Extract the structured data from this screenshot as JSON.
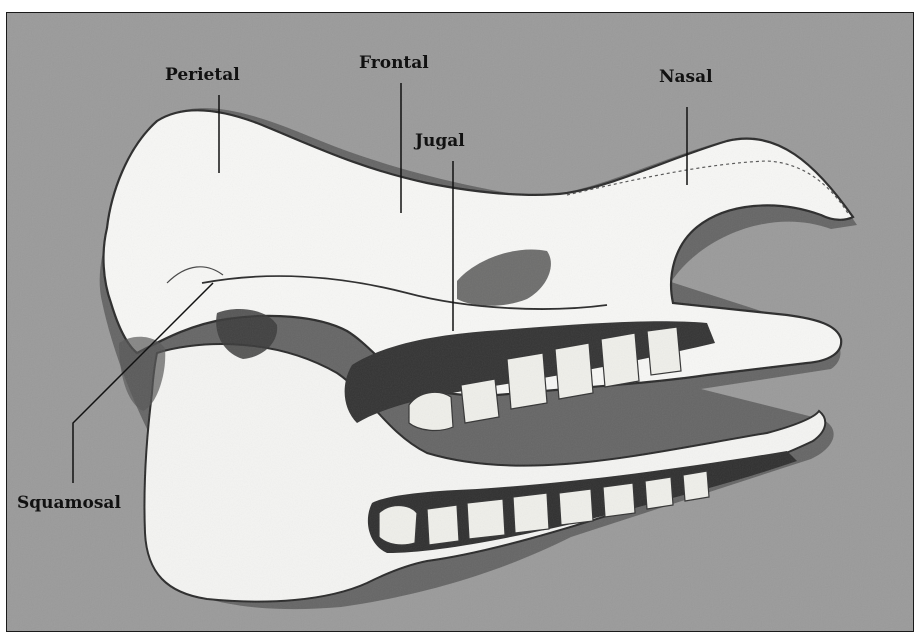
{
  "labels": {
    "perietal": "Perietal",
    "frontal": "Frontal",
    "jugal": "Jugal",
    "nasal": "Nasal",
    "squamosal": "Squamosal"
  },
  "colors": {
    "background": "#9a9a9a",
    "bone": "#f6f6f4",
    "shadow": "#2e2e2e",
    "teeth": "#eeeeea",
    "leader": "#111111"
  }
}
